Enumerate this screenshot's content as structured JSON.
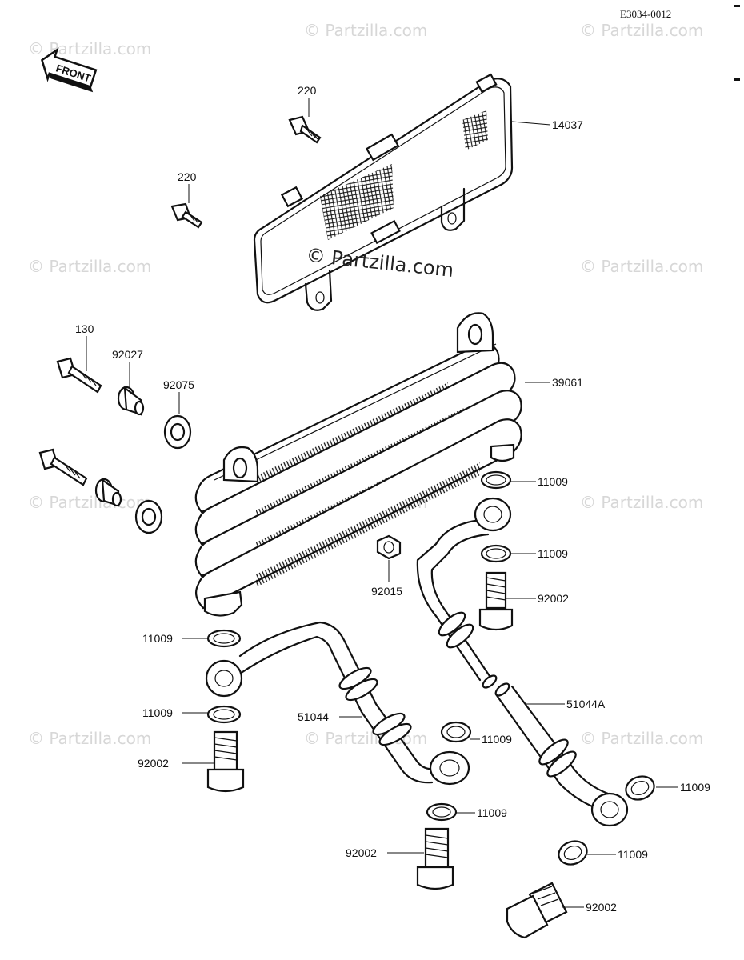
{
  "diagram_code": "E3034-0012",
  "front_label": "FRONT",
  "watermark_center": "© Partzilla.com",
  "watermarks": [
    "© Partzilla.com"
  ],
  "callouts": {
    "screen": "14037",
    "bolt_upper": "220",
    "bolt_lower": "220",
    "bolt_mount": "130",
    "collar": "92027",
    "damper": "92075",
    "cooler": "39061",
    "nut": "92015",
    "gasket_r1": "11009",
    "gasket_r2": "11009",
    "banjo_r": "92002",
    "gasket_l1": "11009",
    "gasket_l2": "11009",
    "banjo_l": "92002",
    "hose_l": "51044",
    "gasket_m1": "11009",
    "gasket_m2": "11009",
    "banjo_m": "92002",
    "hose_r": "51044A",
    "gasket_f1": "11009",
    "gasket_f2": "11009",
    "banjo_f": "92002"
  }
}
